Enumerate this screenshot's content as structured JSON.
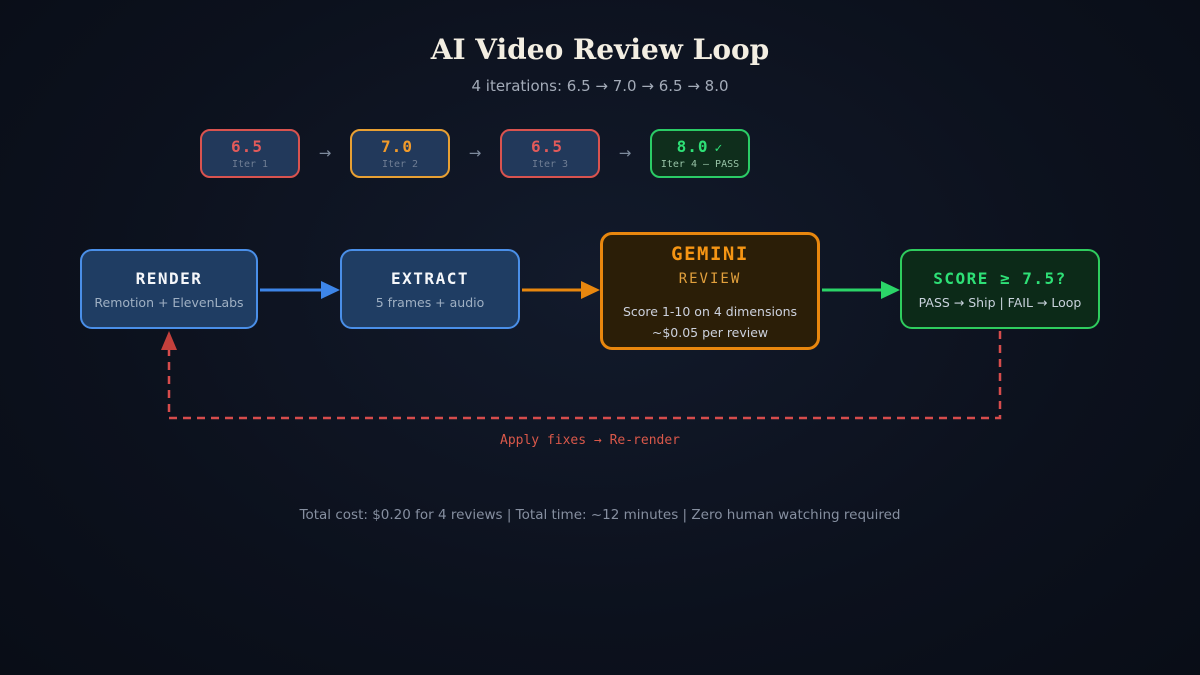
{
  "page": {
    "title": "AI Video Review Loop",
    "subtitle": "4 iterations: 6.5 → 7.0 → 6.5 → 8.0",
    "footer": "Total cost: $0.20 for 4 reviews | Total time: ~12 minutes | Zero human watching required"
  },
  "iterations": {
    "arrow": "→",
    "items": [
      {
        "score": "6.5",
        "check": "",
        "label": "Iter 1"
      },
      {
        "score": "7.0",
        "check": "",
        "label": "Iter 2"
      },
      {
        "score": "6.5",
        "check": "",
        "label": "Iter 3"
      },
      {
        "score": "8.0",
        "check": "✓",
        "label": "Iter 4 — PASS"
      }
    ]
  },
  "flow": {
    "render": {
      "title": "RENDER",
      "line1": "Remotion + ElevenLabs"
    },
    "extract": {
      "title": "EXTRACT",
      "line1": "5 frames + audio"
    },
    "gemini": {
      "title": "GEMINI",
      "subtitle": "REVIEW",
      "line1": "Score 1-10 on 4 dimensions",
      "line2": "~$0.05 per review"
    },
    "score": {
      "title": "SCORE ≥ 7.5?",
      "line1": "PASS → Ship | FAIL → Loop"
    }
  },
  "feedback": {
    "label": "Apply fixes → Re-render"
  },
  "colors": {
    "background": "#0c111d",
    "blue_border": "#4a8fe8",
    "blue_fill": "#1f3d63",
    "orange_border": "#e8870e",
    "orange_fill": "#2b1e07",
    "green_border": "#2fcc5e",
    "green_fill": "#0c2a18",
    "red_score": "#e25a5a",
    "orange_score": "#f29b2a",
    "green_score": "#2ee076",
    "feedback_red": "#d9584a",
    "arrow_blue": "#3d85e8",
    "arrow_orange": "#e8870e",
    "arrow_green": "#2bd468"
  }
}
